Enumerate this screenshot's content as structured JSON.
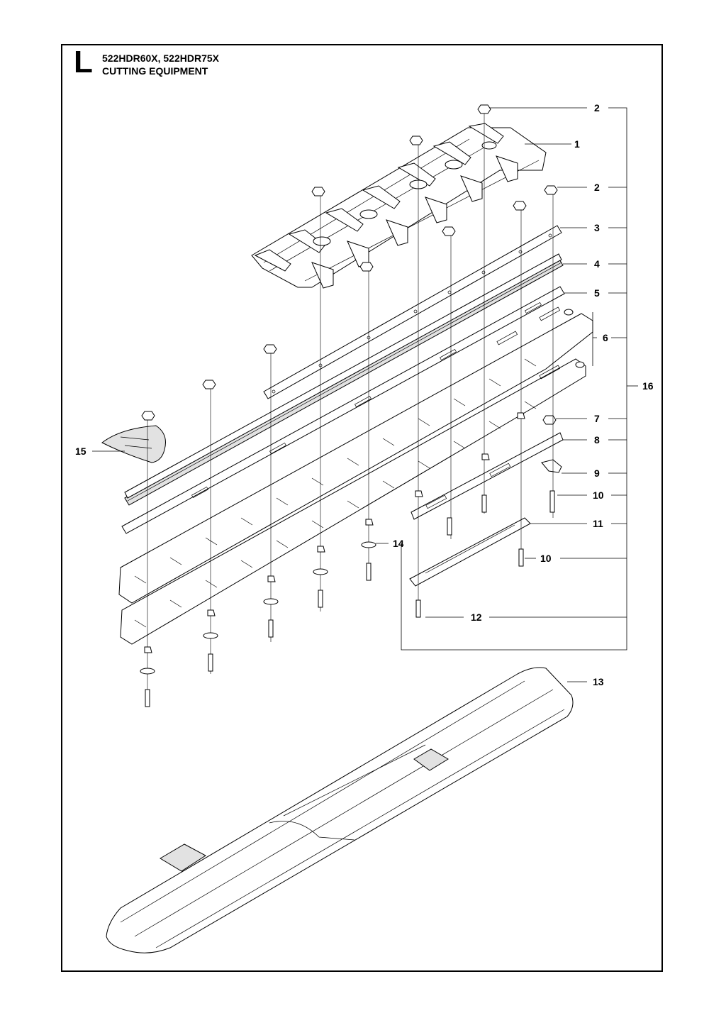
{
  "header": {
    "section_letter": "L",
    "models": "522HDR60X, 522HDR75X",
    "title": "CUTTING EQUIPMENT"
  },
  "callouts": {
    "c1": "1",
    "c2a": "2",
    "c2b": "2",
    "c3": "3",
    "c4": "4",
    "c5": "5",
    "c6": "6",
    "c7": "7",
    "c8": "8",
    "c9": "9",
    "c10a": "10",
    "c10b": "10",
    "c11": "11",
    "c12": "12",
    "c13": "13",
    "c14": "14",
    "c15": "15",
    "c16": "16"
  }
}
